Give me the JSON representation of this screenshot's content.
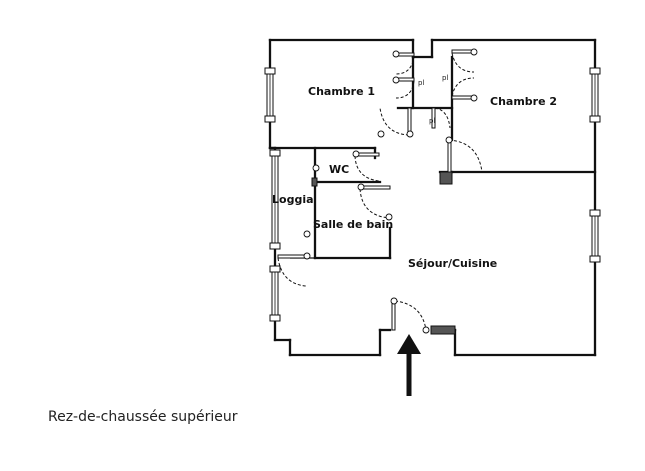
{
  "caption": "Rez-de-chaussée supérieur",
  "rooms": {
    "chambre1": "Chambre 1",
    "chambre2": "Chambre 2",
    "wc": "WC",
    "loggia": "Loggia",
    "salle_de_bain": "Salle de bain",
    "sejour_cuisine": "Séjour/Cuisine"
  },
  "closets": {
    "pl1": "pl",
    "pl2": "pl",
    "pl3": "pl"
  },
  "colors": {
    "line": "#111111",
    "post": "#555555",
    "background": "#ffffff"
  }
}
